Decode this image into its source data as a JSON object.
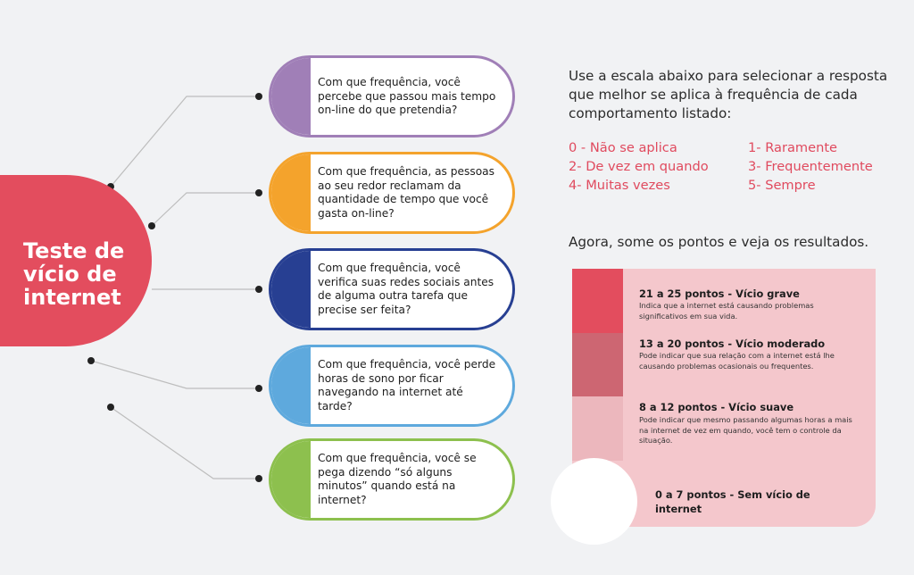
{
  "title": "Teste de\nvício de\ninternet",
  "colors": {
    "title_bg": "#e34d5e",
    "q1": "#a07fb7",
    "q2": "#f4a32c",
    "q3": "#273f92",
    "q4": "#5ea9dd",
    "q5": "#8dc04e",
    "scale_text": "#e04a5e",
    "result_grave": "#e34d5e",
    "result_moderado": "#cd6672",
    "result_suave": "#ecb7bd",
    "result_bg": "#f4c7cc"
  },
  "questions": [
    "Com que frequência, você percebe que passou mais tempo on-line do que pretendia?",
    "Com que frequência, as pessoas ao seu redor reclamam da quantidade de tempo que você gasta on-line?",
    "Com que frequência, você verifica suas redes sociais antes de alguma outra tarefa que precise ser feita?",
    "Com que frequência, você perde horas de sono por ficar navegando na internet até tarde?",
    "Com que frequência, você se pega dizendo “só alguns minutos” quando está na internet?"
  ],
  "instruction": "Use a escala abaixo para selecionar a resposta que melhor se aplica à frequência de cada comportamento listado:",
  "scale": [
    "0 - Não se aplica",
    "1- Raramente",
    "2- De vez em quando",
    "3- Frequentemente",
    "4- Muitas vezes",
    "5- Sempre"
  ],
  "sum_text": "Agora, some os pontos e veja os resultados.",
  "results": [
    {
      "title": "21 a 25 pontos - Vício grave",
      "desc": "Indica que a internet está causando problemas significativos em sua vida."
    },
    {
      "title": "13 a 20 pontos - Vício moderado",
      "desc": "Pode indicar que sua relação com a internet está lhe causando problemas ocasionais ou frequentes."
    },
    {
      "title": "8 a 12 pontos - Vício suave",
      "desc": "Pode indicar que mesmo passando algumas horas a mais na internet de vez em quando, você tem o controle da situação."
    },
    {
      "title": "0 a 7 pontos - Sem vício de internet",
      "desc": ""
    }
  ]
}
